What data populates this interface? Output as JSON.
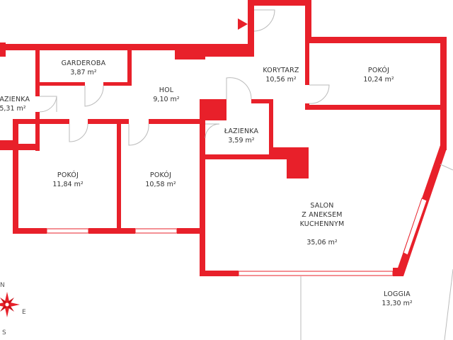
{
  "colors": {
    "wall": "#e8202a",
    "wall_dark": "#c81018",
    "text": "#333333",
    "window": "#ffffff",
    "thin_line": "#bbbbbb"
  },
  "rooms": [
    {
      "id": "lazienka_left",
      "name": "ŁAZIENKA",
      "area": "5,31 m²"
    },
    {
      "id": "garderoba",
      "name": "GARDEROBA",
      "area": "3,87 m²"
    },
    {
      "id": "hol",
      "name": "HOL",
      "area": "9,10 m²"
    },
    {
      "id": "korytarz",
      "name": "KORYTARZ",
      "area": "10,56 m²"
    },
    {
      "id": "pokoj_top",
      "name": "POKÓJ",
      "area": "10,24 m²"
    },
    {
      "id": "lazienka_mid",
      "name": "ŁAZIENKA",
      "area": "3,59 m²"
    },
    {
      "id": "pokoj_left",
      "name": "POKÓJ",
      "area": "11,84 m²"
    },
    {
      "id": "pokoj_mid",
      "name": "POKÓJ",
      "area": "10,58 m²"
    },
    {
      "id": "salon",
      "name": "SALON\nZ ANEKSEM\nKUCHENNYM",
      "area": "35,06 m²"
    },
    {
      "id": "loggia",
      "name": "LOGGIA",
      "area": "13,30 m²"
    }
  ],
  "compass": {
    "n": "N",
    "e": "E",
    "s": "S"
  }
}
